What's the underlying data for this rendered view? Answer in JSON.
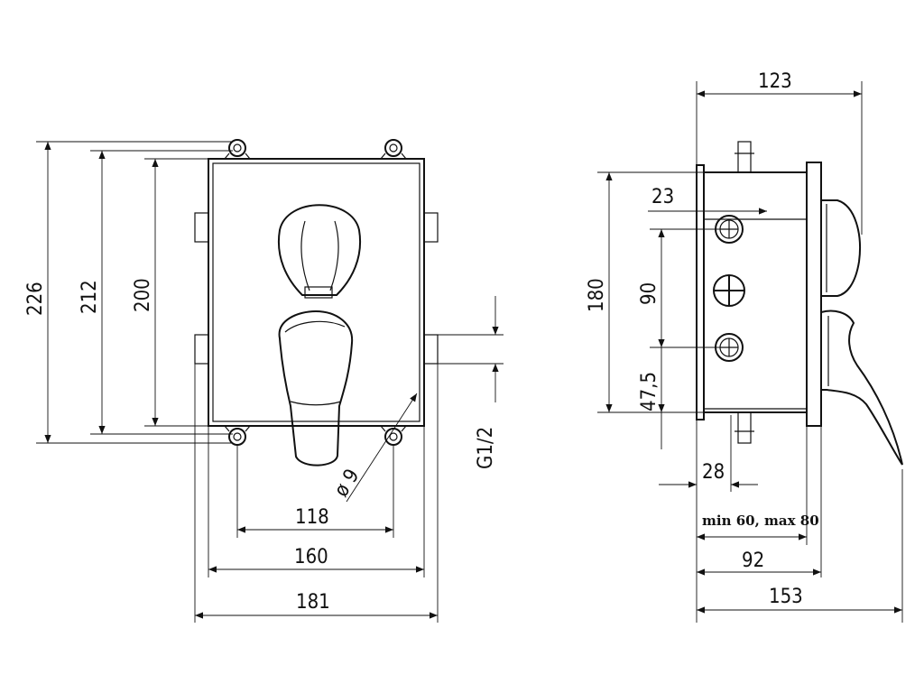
{
  "front_view": {
    "dims": {
      "height_226": "226",
      "height_212": "212",
      "height_200": "200",
      "width_118": "118",
      "width_160": "160",
      "width_181": "181",
      "hole_dia": "ø 9",
      "thread": "G1/2"
    }
  },
  "side_view": {
    "dims": {
      "depth_123": "123",
      "top_23": "23",
      "height_180": "180",
      "spacing_90": "90",
      "bottom_47_5": "47,5",
      "depth_28": "28",
      "range_note": "min 60, max 80",
      "depth_92": "92",
      "depth_153": "153"
    }
  }
}
